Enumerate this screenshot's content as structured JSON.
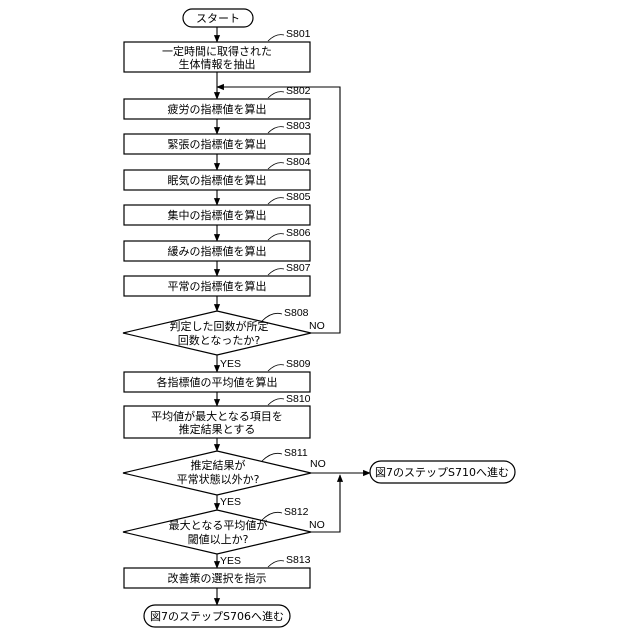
{
  "nodes": {
    "start": {
      "text": "スタート"
    },
    "s801": {
      "label": "S801",
      "lines": [
        "一定時間に取得された",
        "生体情報を抽出"
      ]
    },
    "s802": {
      "label": "S802",
      "lines": [
        "疲労の指標値を算出"
      ]
    },
    "s803": {
      "label": "S803",
      "lines": [
        "緊張の指標値を算出"
      ]
    },
    "s804": {
      "label": "S804",
      "lines": [
        "眠気の指標値を算出"
      ]
    },
    "s805": {
      "label": "S805",
      "lines": [
        "集中の指標値を算出"
      ]
    },
    "s806": {
      "label": "S806",
      "lines": [
        "緩みの指標値を算出"
      ]
    },
    "s807": {
      "label": "S807",
      "lines": [
        "平常の指標値を算出"
      ]
    },
    "s808": {
      "label": "S808",
      "lines": [
        "判定した回数が所定",
        "回数となったか?"
      ]
    },
    "s809": {
      "label": "S809",
      "lines": [
        "各指標値の平均値を算出"
      ]
    },
    "s810": {
      "label": "S810",
      "lines": [
        "平均値が最大となる項目を",
        "推定結果とする"
      ]
    },
    "s811": {
      "label": "S811",
      "lines": [
        "推定結果が",
        "平常状態以外か?"
      ]
    },
    "s812": {
      "label": "S812",
      "lines": [
        "最大となる平均値が",
        "閾値以上か?"
      ]
    },
    "s813": {
      "label": "S813",
      "lines": [
        "改善策の選択を指示"
      ]
    },
    "end706": {
      "text": "図7のステップS706へ進む"
    },
    "end710": {
      "text": "図7のステップS710へ進む"
    }
  },
  "edges": {
    "yes": "YES",
    "no": "NO"
  }
}
